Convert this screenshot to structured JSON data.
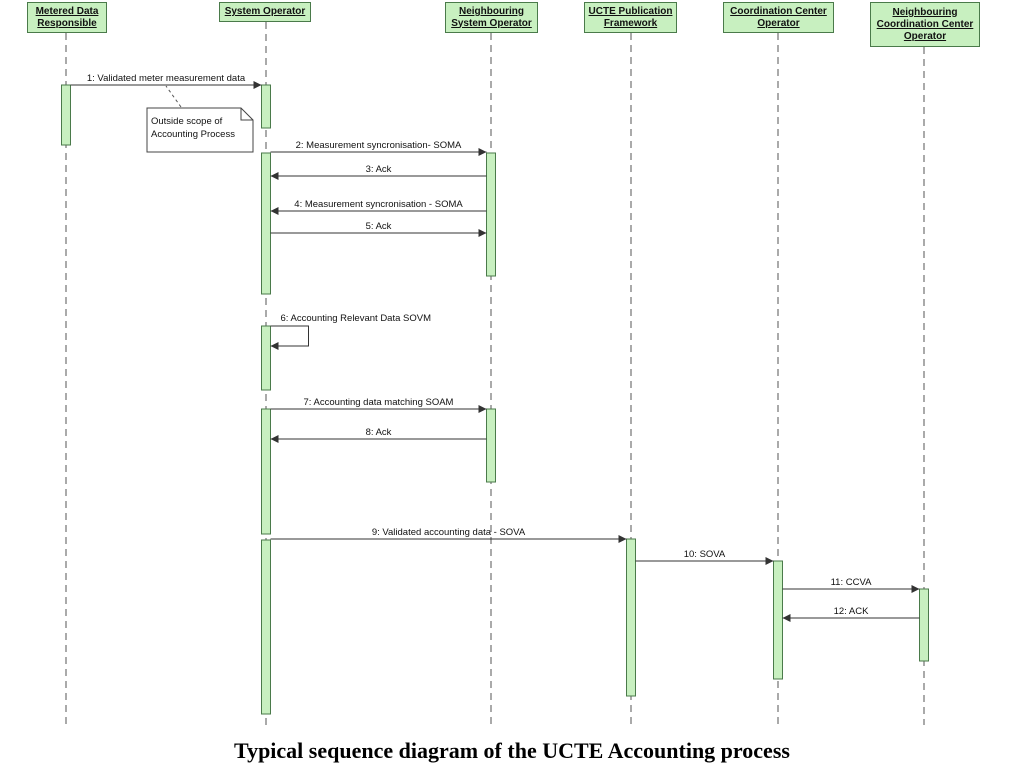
{
  "lifelines": [
    {
      "id": "mdr",
      "label": "Metered Data\nResponsible"
    },
    {
      "id": "so",
      "label": "System Operator"
    },
    {
      "id": "nso",
      "label": "Neighbouring\nSystem Operator"
    },
    {
      "id": "ucte",
      "label": "UCTE Publication\nFramework"
    },
    {
      "id": "cco",
      "label": "Coordination Center\nOperator"
    },
    {
      "id": "ncco",
      "label": "Neighbouring\nCoordination Center\nOperator"
    }
  ],
  "messages": [
    {
      "label": "1: Validated meter measurement data",
      "from": "mdr",
      "to": "so"
    },
    {
      "label": "2: Measurement syncronisation- SOMA",
      "from": "so",
      "to": "nso"
    },
    {
      "label": "3: Ack",
      "from": "nso",
      "to": "so"
    },
    {
      "label": "4: Measurement syncronisation - SOMA",
      "from": "nso",
      "to": "so"
    },
    {
      "label": "5: Ack",
      "from": "so",
      "to": "nso"
    },
    {
      "label": "6: Accounting Relevant Data SOVM",
      "from": "so",
      "to": "so"
    },
    {
      "label": "7: Accounting data matching  SOAM",
      "from": "so",
      "to": "nso"
    },
    {
      "label": "8: Ack",
      "from": "nso",
      "to": "so"
    },
    {
      "label": "9: Validated accounting data - SOVA",
      "from": "so",
      "to": "ucte"
    },
    {
      "label": "10: SOVA",
      "from": "ucte",
      "to": "cco"
    },
    {
      "label": "11: CCVA",
      "from": "cco",
      "to": "ncco"
    },
    {
      "label": "12: ACK",
      "from": "ncco",
      "to": "cco"
    }
  ],
  "note": {
    "text": "Outside scope of\nAccounting Process"
  },
  "caption": "Typical sequence diagram of the UCTE Accounting process",
  "colors": {
    "activation_fill": "#c8f0c0",
    "header_fill": "#c8f0c0",
    "border": "#4a7a4a",
    "line": "#333333"
  }
}
